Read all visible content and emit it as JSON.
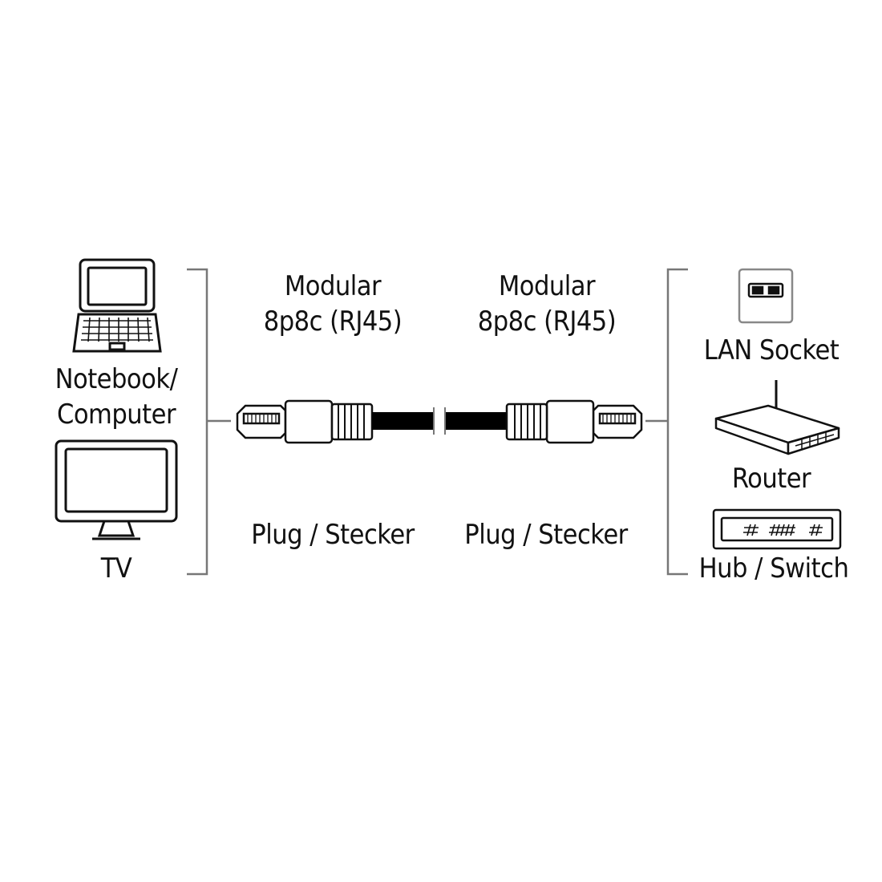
{
  "left_devices": {
    "notebook_line1": "Notebook/",
    "notebook_line2": "Computer",
    "tv": "TV"
  },
  "left_connector": {
    "type_line1": "Modular",
    "type_line2": "8p8c (RJ45)",
    "gender": "Plug / Stecker"
  },
  "right_connector": {
    "type_line1": "Modular",
    "type_line2": "8p8c (RJ45)",
    "gender": "Plug / Stecker"
  },
  "right_devices": {
    "lan_socket": "LAN Socket",
    "router": "Router",
    "hub_switch": "Hub / Switch"
  },
  "icons": [
    "laptop-icon",
    "tv-icon",
    "rj45-plug-icon",
    "lan-socket-icon",
    "router-icon",
    "switch-icon"
  ],
  "colors": {
    "line": "#111111",
    "bracket": "#777777",
    "cable": "#000000",
    "background": "#ffffff"
  }
}
